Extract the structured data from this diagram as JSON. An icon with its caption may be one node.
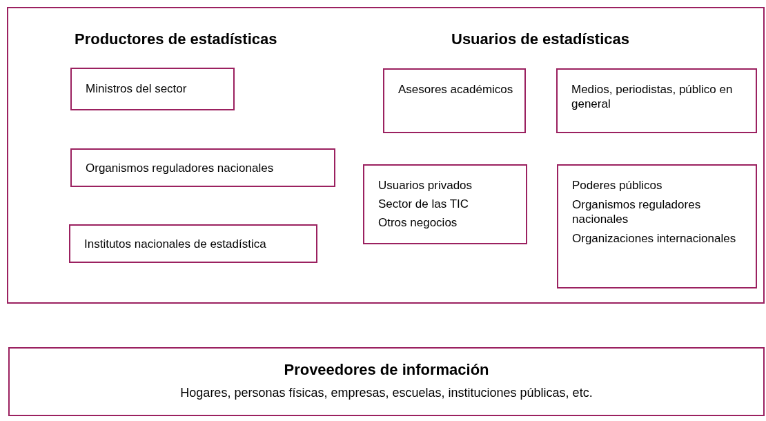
{
  "diagram": {
    "nodes": [
      {
        "text": [
          "Productores de estadísticas",
          "Usuarios de estadísticas"
        ]
      },
      {
        "text": [
          "Ministros del sector"
        ],
        "in": 0
      },
      {
        "text": [
          "Organismos reguladores nacionales"
        ],
        "in": 0
      },
      {
        "text": [
          "Institutos nacionales de estadística"
        ],
        "in": 0
      },
      {
        "text": [
          "Asesores académicos"
        ],
        "in": 0
      },
      {
        "text": [
          "Medios, periodistas, público en general"
        ],
        "in": 0
      },
      {
        "text": [
          "Usuarios privados",
          "Sector de las TIC",
          "Otros negocios"
        ],
        "in": 0
      },
      {
        "text": [
          "Poderes públicos",
          "Organismos reguladores nacionales",
          "Organizaciones internacionales"
        ],
        "in": 0
      },
      {
        "text": [
          "Proveedores de información",
          "Hogares, personas físicas, empresas, escuelas, instituciones públicas, etc."
        ]
      }
    ]
  }
}
